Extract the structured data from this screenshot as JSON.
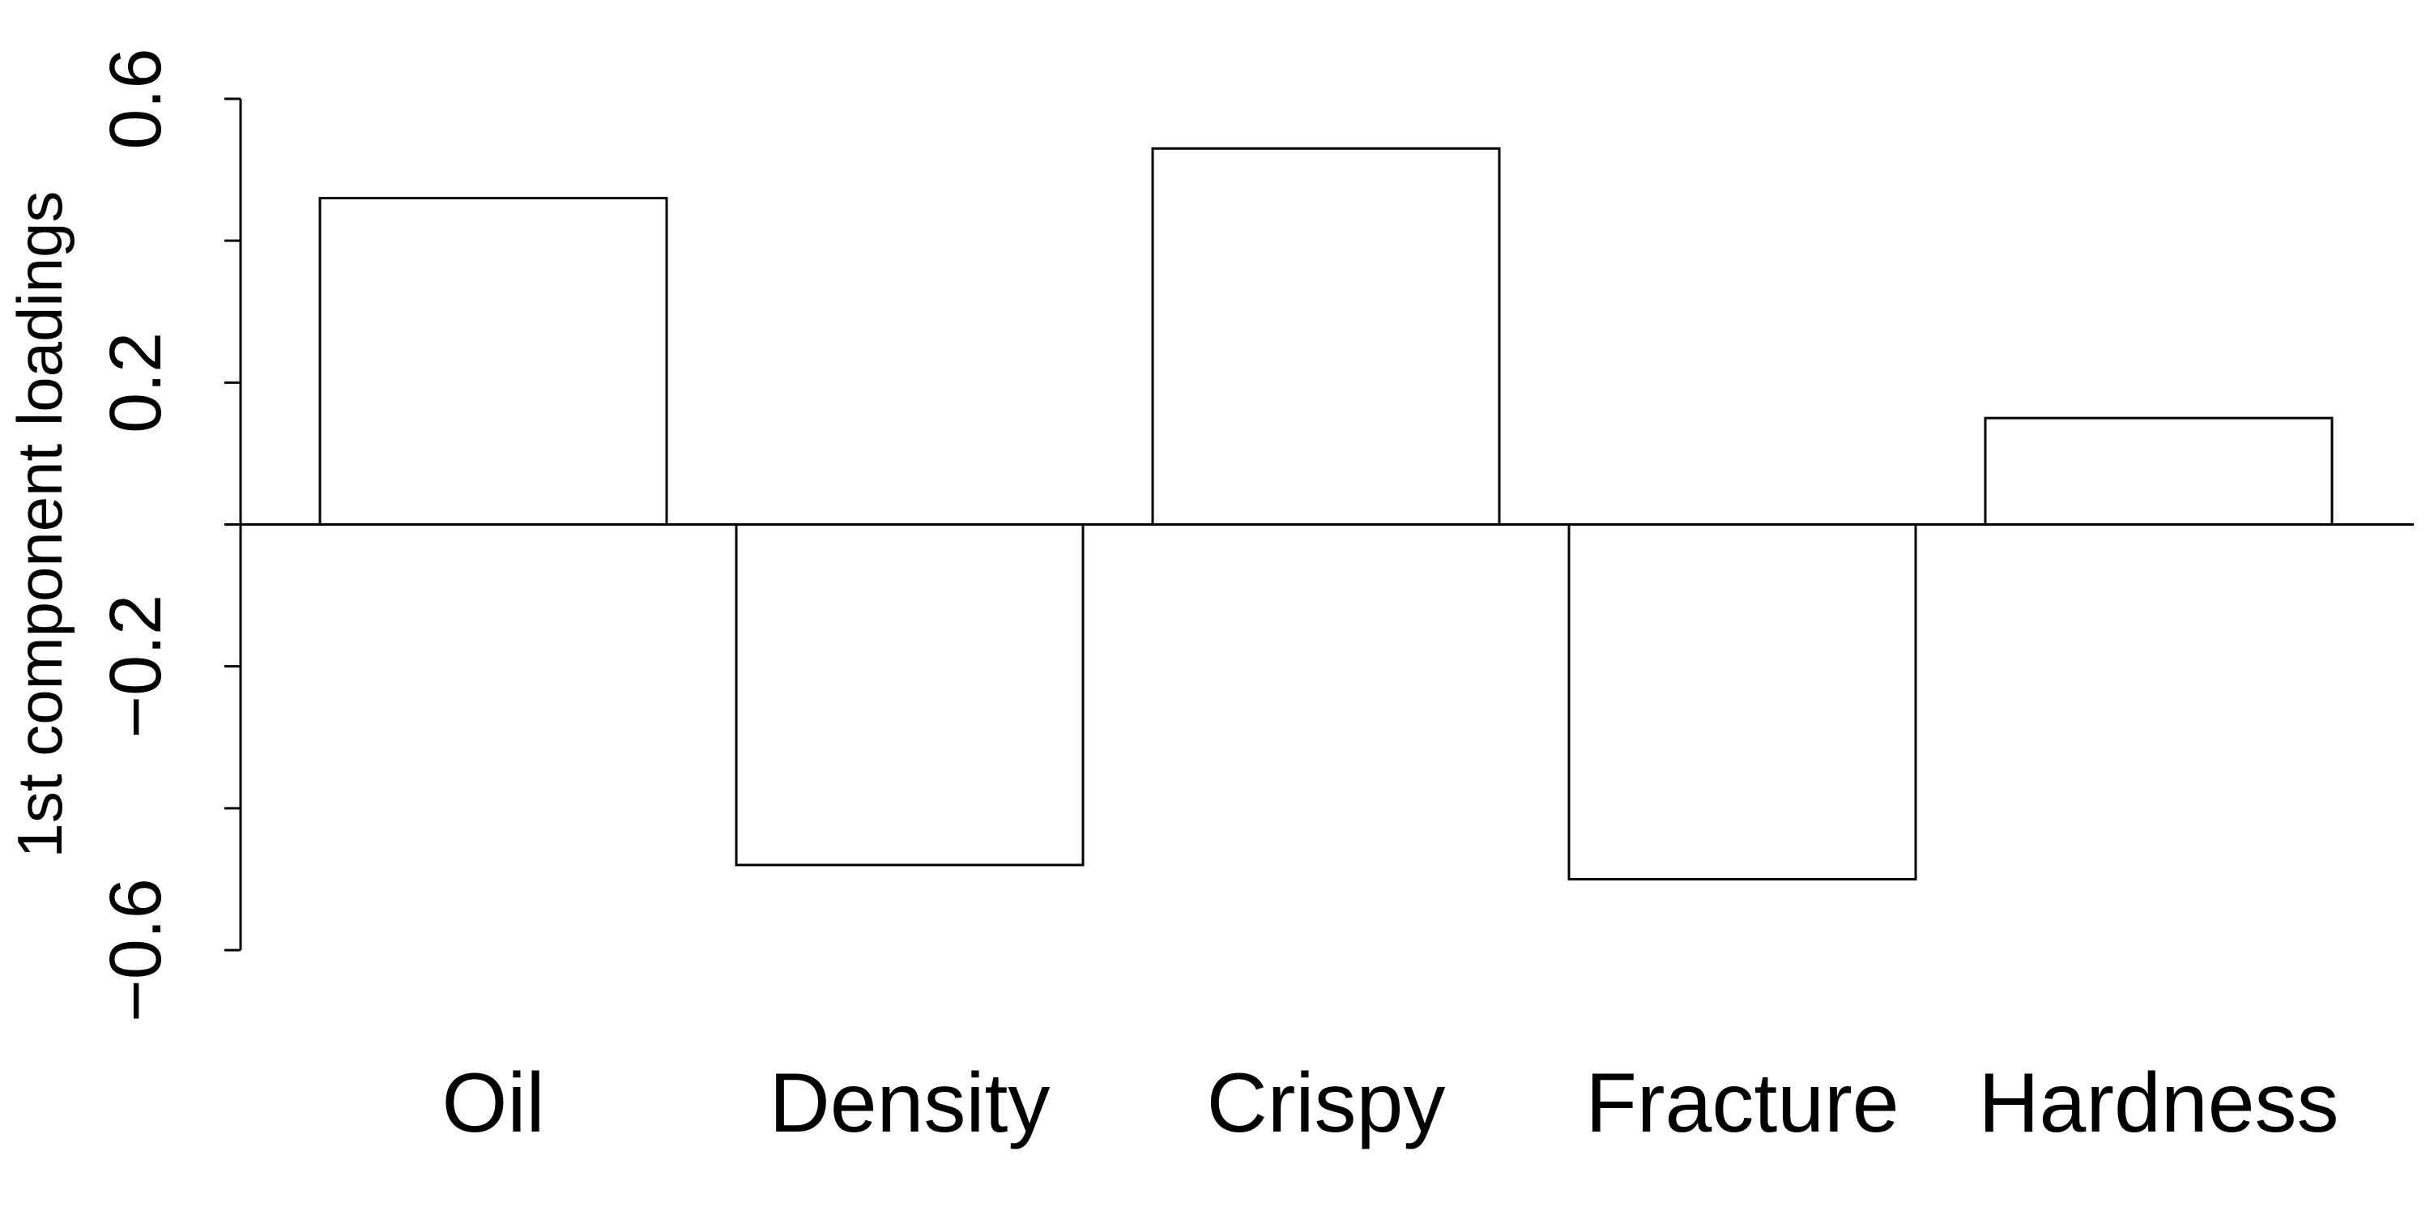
{
  "chart_data": {
    "type": "bar",
    "categories": [
      "Oil",
      "Density",
      "Crispy",
      "Fracture",
      "Hardness"
    ],
    "values": [
      0.46,
      -0.48,
      0.53,
      -0.5,
      0.15
    ],
    "title": "",
    "xlabel": "",
    "ylabel": "1st component loadings",
    "ylim": [
      -0.6,
      0.6
    ],
    "yticks": [
      -0.6,
      -0.2,
      0.2,
      0.6
    ],
    "ytick_labels": [
      "−0.6",
      "−0.2",
      "0.2",
      "0.6"
    ],
    "bar_fill": "#ffffff",
    "bar_stroke": "#000000",
    "baseline_at": 0,
    "grid": false,
    "legend": "none"
  }
}
